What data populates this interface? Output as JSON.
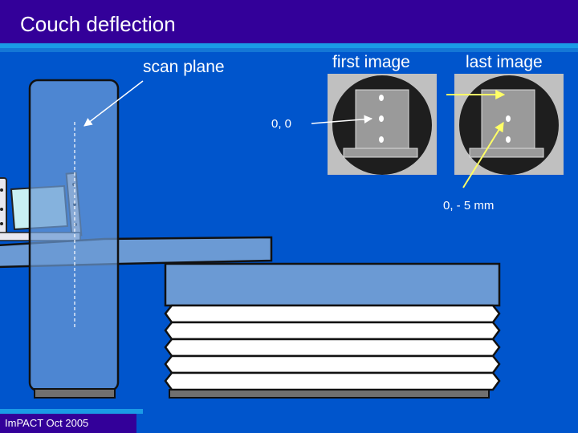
{
  "slide": {
    "title": "Couch deflection",
    "footer": "ImPACT Oct 2005"
  },
  "labels": {
    "scan_plane": "scan plane",
    "first_image": "first image",
    "last_image": "last image",
    "first_coord": "0, 0",
    "last_coord": "0, - 5 mm"
  },
  "colors": {
    "background": "#0055cc",
    "header": "#330099",
    "accent_stripe": "#1a9be6",
    "gantry_fill": "#6b9ad4",
    "arrow_white": "#ffffff",
    "arrow_yellow": "#ffff66"
  }
}
